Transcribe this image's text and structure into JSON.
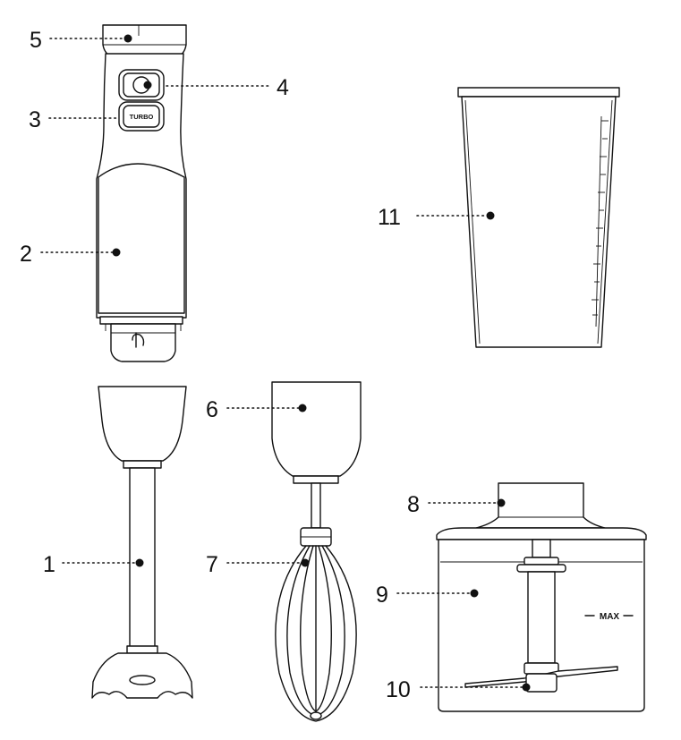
{
  "callouts": [
    {
      "id": "1",
      "label": "1"
    },
    {
      "id": "2",
      "label": "2"
    },
    {
      "id": "3",
      "label": "3"
    },
    {
      "id": "4",
      "label": "4"
    },
    {
      "id": "5",
      "label": "5"
    },
    {
      "id": "6",
      "label": "6"
    },
    {
      "id": "7",
      "label": "7"
    },
    {
      "id": "8",
      "label": "8"
    },
    {
      "id": "9",
      "label": "9"
    },
    {
      "id": "10",
      "label": "10"
    },
    {
      "id": "11",
      "label": "11"
    }
  ],
  "motor_unit": {
    "turbo_label": "TURBO"
  },
  "chopper": {
    "max_label": "MAX"
  }
}
